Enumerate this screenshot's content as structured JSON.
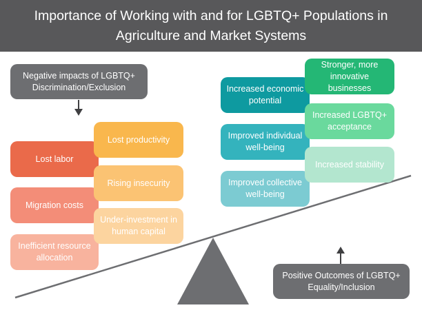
{
  "title": "Importance of Working with and for LGBTQ+ Populations in Agriculture and Market Systems",
  "negative_label": "Negative impacts of LGBTQ+ Discrimination/Exclusion",
  "positive_label": "Positive Outcomes of LGBTQ+ Equality/Inclusion",
  "negative_items": [
    {
      "text": "Lost labor",
      "color": "#ea6a4a"
    },
    {
      "text": "Lost productivity",
      "color": "#f9b74d"
    },
    {
      "text": "Migration costs",
      "color": "#f38d78"
    },
    {
      "text": "Rising insecurity",
      "color": "#fbc373"
    },
    {
      "text": "Inefficient resource allocation",
      "color": "#f8b39e"
    },
    {
      "text": "Under-investment in human capital",
      "color": "#fcd49f"
    }
  ],
  "positive_items": [
    {
      "text": "Increased economic potential",
      "color": "#0e9aa0"
    },
    {
      "text": "Stronger, more innovative businesses",
      "color": "#24b775"
    },
    {
      "text": "Improved individual well-being",
      "color": "#34b3bd"
    },
    {
      "text": "Increased LGBTQ+ acceptance",
      "color": "#6ad99d"
    },
    {
      "text": "Improved collective well-being",
      "color": "#7ccbd2"
    },
    {
      "text": "Increased stability",
      "color": "#b3e6cf"
    }
  ],
  "colors": {
    "header_bg": "#58585a",
    "label_bg": "#6d6e71",
    "scale_line": "#6d6e71",
    "fulcrum": "#6d6e71"
  }
}
